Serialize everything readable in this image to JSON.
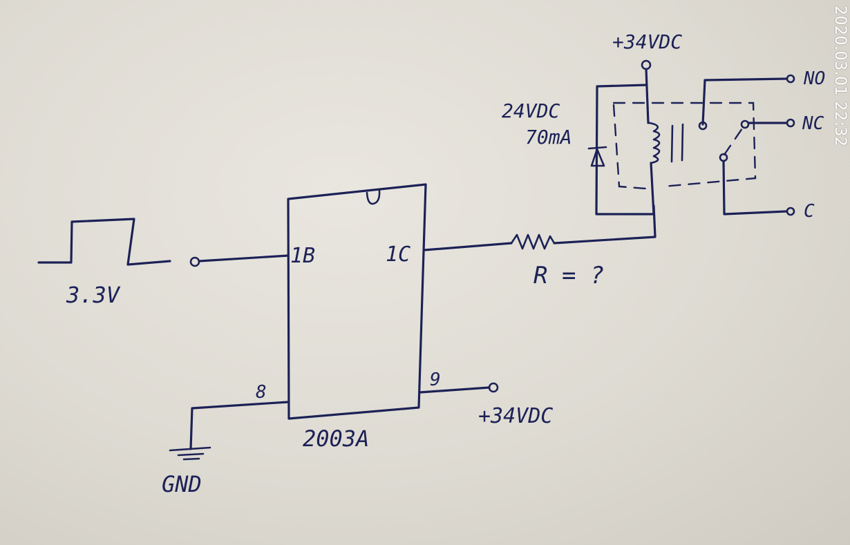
{
  "labels": {
    "input_voltage": "3.3V",
    "pin_1b": "1B",
    "pin_1c": "1C",
    "pin_8": "8",
    "pin_9": "9",
    "ic_name": "2003A",
    "gnd": "GND",
    "supply_bottom": "+34VDC",
    "supply_top": "+34VDC",
    "resistor": "R = ?",
    "coil_voltage": "24VDC",
    "coil_current": "70mA",
    "no": "NO",
    "nc": "NC",
    "c": "C"
  },
  "timestamp": "2020.03.01 22:32"
}
